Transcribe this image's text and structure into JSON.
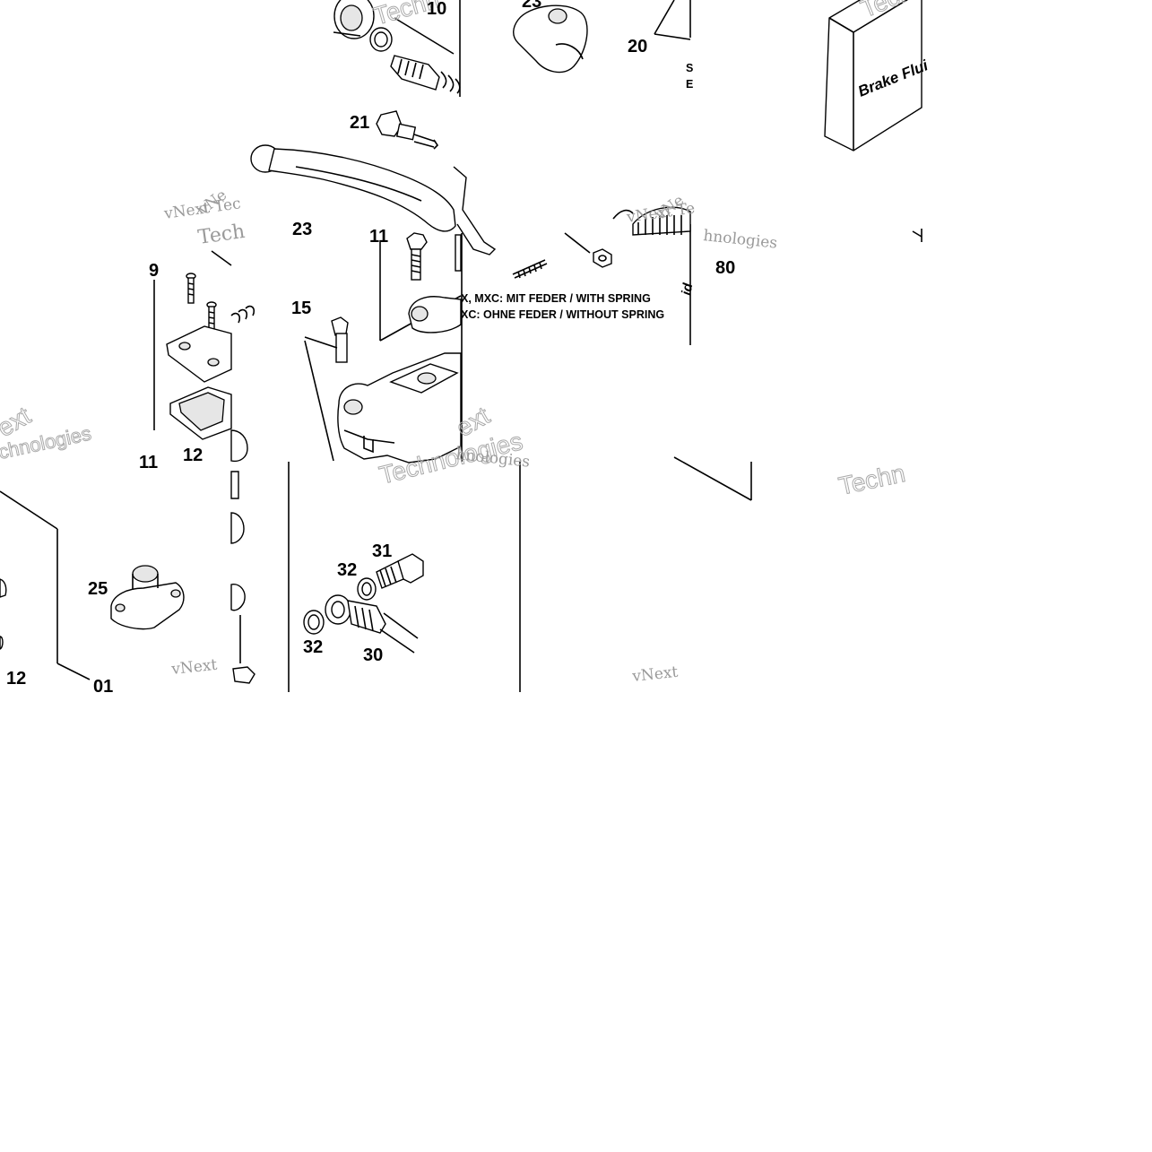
{
  "diagram": {
    "callouts": [
      {
        "id": "c10",
        "text": "10"
      },
      {
        "id": "c23a",
        "text": "23"
      },
      {
        "id": "c20",
        "text": "20"
      },
      {
        "id": "c21",
        "text": "21"
      },
      {
        "id": "c23b",
        "text": "23"
      },
      {
        "id": "c11a",
        "text": "11"
      },
      {
        "id": "c9",
        "text": "9"
      },
      {
        "id": "c15",
        "text": "15"
      },
      {
        "id": "c80",
        "text": "80"
      },
      {
        "id": "c11b",
        "text": "11"
      },
      {
        "id": "c12a",
        "text": "12"
      },
      {
        "id": "c31",
        "text": "31"
      },
      {
        "id": "c32a",
        "text": "32"
      },
      {
        "id": "c25",
        "text": "25"
      },
      {
        "id": "c32b",
        "text": "32"
      },
      {
        "id": "c30",
        "text": "30"
      },
      {
        "id": "c12b",
        "text": "12"
      },
      {
        "id": "c01",
        "text": "01"
      }
    ],
    "notes": {
      "with_spring": "X, MXC: MIT FEDER / WITH SPRING",
      "without_spring": "XC: OHNE FEDER / WITHOUT SPRING",
      "partial_s": "S",
      "partial_e": "E"
    },
    "bottle_label": "Brake Flui",
    "bottle_fragment": "id",
    "watermarks": {
      "w1": "vNext Tec",
      "w2": "vNext Te",
      "w3": "hnologies",
      "w4": "Technologies",
      "w5": "chnologies",
      "w6": "hnologies",
      "w7": "vNext",
      "w8": "vNext",
      "w9": "Techn",
      "w10": "Techn",
      "w11": "Techno",
      "w12": "Tech",
      "w13": "ext",
      "w14": "ext",
      "w15": "vNe",
      "w16": "vNe"
    },
    "colors": {
      "line": "#000000",
      "watermark": "#9a9a9a",
      "background": "#ffffff"
    }
  }
}
